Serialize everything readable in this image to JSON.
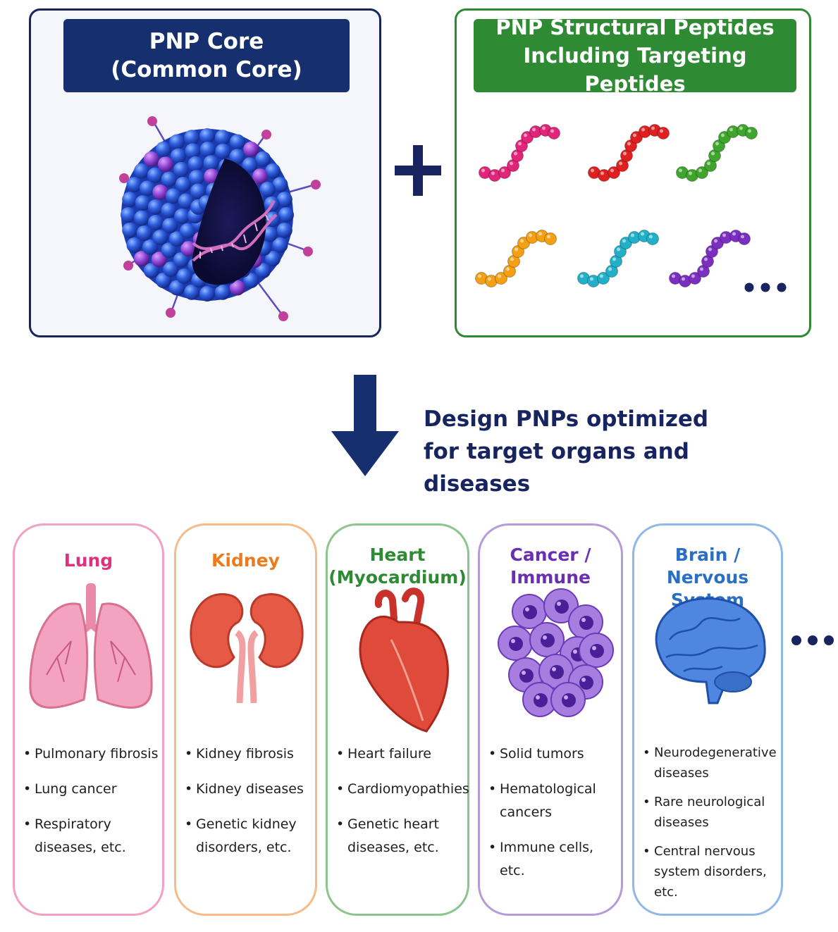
{
  "core_panel": {
    "title": "PNP Core\n(Common Core)"
  },
  "peptide_panel": {
    "title": "PNP Structural Peptides\nIncluding Targeting Peptides",
    "peptide_colors": [
      "#e0257a",
      "#e02020",
      "#3fa52c",
      "#f5a012",
      "#21b0c8",
      "#7b2fbf"
    ]
  },
  "design_text": "Design PNPs optimized\nfor target organs and diseases",
  "organs": [
    {
      "title": "Lung",
      "color": "#e0317f",
      "bullets": [
        "Pulmonary fibrosis",
        "Lung cancer",
        "Respiratory diseases, etc."
      ]
    },
    {
      "title": "Kidney",
      "color": "#ef7a1e",
      "bullets": [
        "Kidney fibrosis",
        "Kidney diseases",
        "Genetic kidney disorders, etc."
      ]
    },
    {
      "title": "Heart\n(Myocardium)",
      "color": "#2f8a34",
      "bullets": [
        "Heart failure",
        "Cardiomyopathies",
        "Genetic heart diseases, etc."
      ]
    },
    {
      "title": "Cancer /\nImmune",
      "color": "#6a2fb0",
      "bullets": [
        "Solid tumors",
        "Hematological cancers",
        "Immune cells, etc."
      ]
    },
    {
      "title": "Brain /\nNervous System",
      "color": "#2a6fc4",
      "bullets": [
        "Neurodegenerative diseases",
        "Rare neurological diseases",
        "Central nervous system disorders, etc."
      ]
    }
  ]
}
